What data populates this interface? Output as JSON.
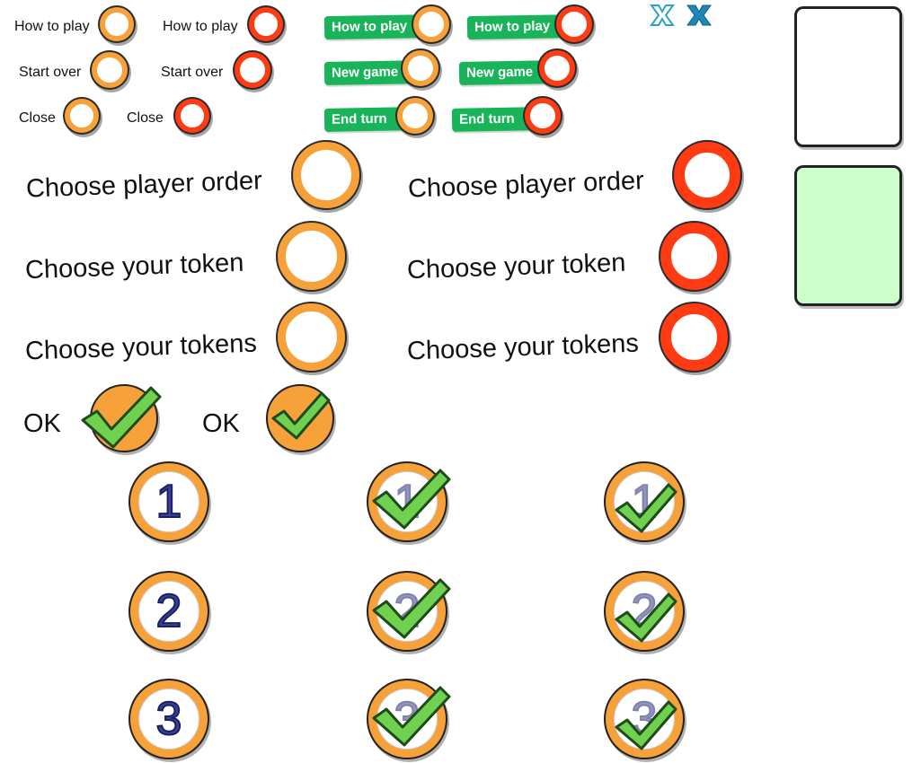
{
  "small_buttons": {
    "orange": [
      "How to play",
      "Start over",
      "Close"
    ],
    "red": [
      "How to play",
      "Start over",
      "Close"
    ]
  },
  "pill_buttons": {
    "orange": [
      "How to play",
      "New game",
      "End turn"
    ],
    "red": [
      "How to play",
      "New game",
      "End turn"
    ]
  },
  "large_buttons": {
    "orange": [
      "Choose player order",
      "Choose your token",
      "Choose your tokens"
    ],
    "red": [
      "Choose player order",
      "Choose your token",
      "Choose your tokens"
    ]
  },
  "ok": {
    "label1": "OK",
    "label2": "OK"
  },
  "tokens": [
    "1",
    "2",
    "3"
  ],
  "colors": {
    "orange": "#f7a13a",
    "red": "#ff3b13",
    "green": "#19b45a",
    "card_green": "#ccffcc",
    "check": "#6fd14f"
  },
  "icons": [
    "close-x-outline-icon",
    "close-x-icon",
    "checkmark-icon"
  ]
}
